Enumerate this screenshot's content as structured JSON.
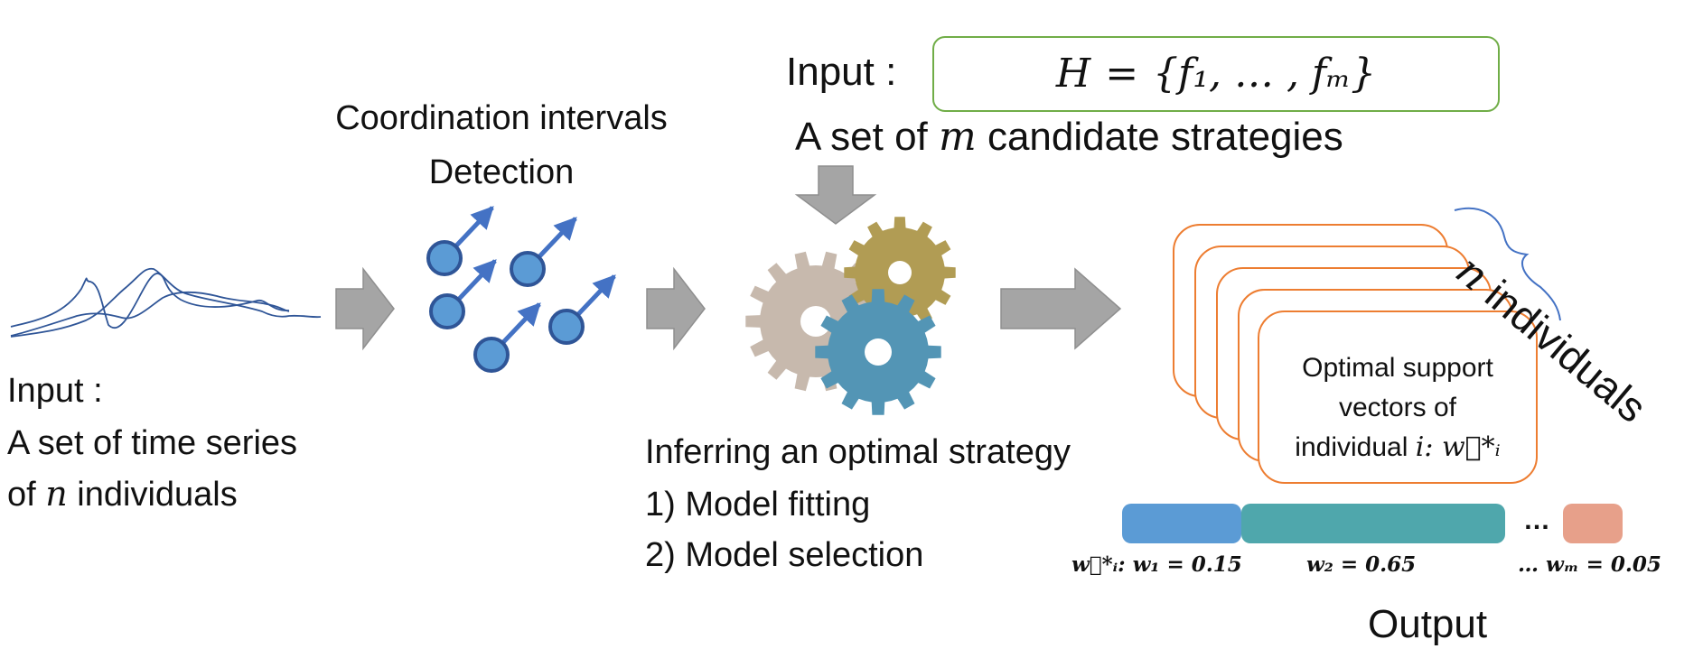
{
  "top_input": {
    "label": "Input :",
    "formula_lhs": "H",
    "formula_eq": "=",
    "formula_set": "{f₁, … , fₘ}",
    "caption_pre": "A set of ",
    "caption_var": "m",
    "caption_post": " candidate strategies"
  },
  "detection": {
    "line1": "Coordination intervals",
    "line2": "Detection"
  },
  "left_input": {
    "line1": "Input :",
    "line2": "A set of time series",
    "line3_pre": "of ",
    "line3_var": "n",
    "line3_post": " individuals"
  },
  "inference": {
    "title": "Inferring an optimal strategy",
    "step1_num": "1)",
    "step1": "Model fitting",
    "step2_num": "2)",
    "step2": "Model selection"
  },
  "cards": {
    "line1": "Optimal support",
    "line2": "vectors of",
    "line3_pre": "individual ",
    "line3_var": "i",
    "line3_vec": ": w⃗*ᵢ"
  },
  "n_individuals": {
    "var": "n",
    "text": " individuals"
  },
  "weights": {
    "ellipsis": "…",
    "label_w1": "w⃗*ᵢ: w₁ = 0.15",
    "label_w2": "w₂ = 0.65",
    "label_wm": "… wₘ = 0.05",
    "w1": 0.15,
    "w2": 0.65,
    "wm": 0.05,
    "colors": {
      "w1": "#5B9BD5",
      "w2": "#4FA7AC",
      "wm": "#E7A08A"
    }
  },
  "output_label": "Output",
  "colors": {
    "arrow_gray": "#A5A5A5",
    "orange": "#ED7D31",
    "green": "#70AD47",
    "node_blue": "#5B9BD5",
    "dark_blue": "#2F5597",
    "arrow_blue": "#4472C4",
    "gear_beige": "#C7B9AD",
    "gear_gold": "#B19C54",
    "gear_teal": "#5395B5"
  }
}
